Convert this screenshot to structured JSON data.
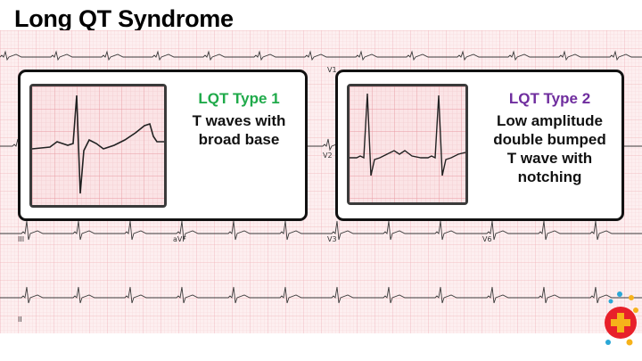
{
  "slide": {
    "title": "Long QT Syndrome"
  },
  "leads": {
    "v1": "V1",
    "v2": "V2",
    "iii": "III",
    "avf": "aVF",
    "v3": "V3",
    "v6": "V6",
    "ii": "II"
  },
  "cards": [
    {
      "title": "LQT Type 1",
      "title_color": "#1faa4a",
      "description": "T waves with\nbroad base"
    },
    {
      "title": "LQT Type 2",
      "title_color": "#6f2d9e",
      "description": "Low amplitude\ndouble bumped\nT wave with\nnotching"
    }
  ],
  "colors": {
    "grid_minor": "#f6d3d6",
    "grid_major": "#eeb0b6",
    "trace": "#3a3a3a"
  },
  "logo_icon": "medical-cross-logo-icon"
}
